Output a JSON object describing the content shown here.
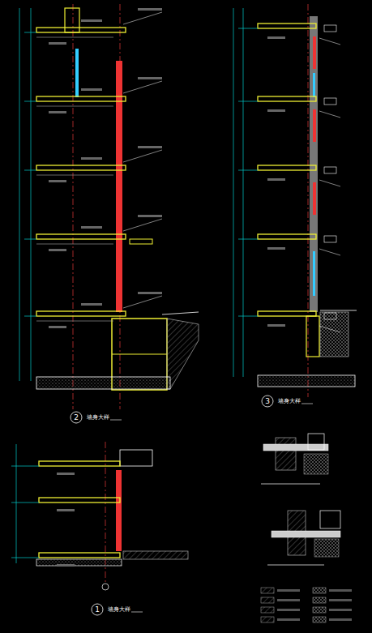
{
  "diagram": {
    "labels": [
      "2",
      "墙身大样",
      "3",
      "墙身大样",
      "1",
      "墙身大样"
    ]
  }
}
